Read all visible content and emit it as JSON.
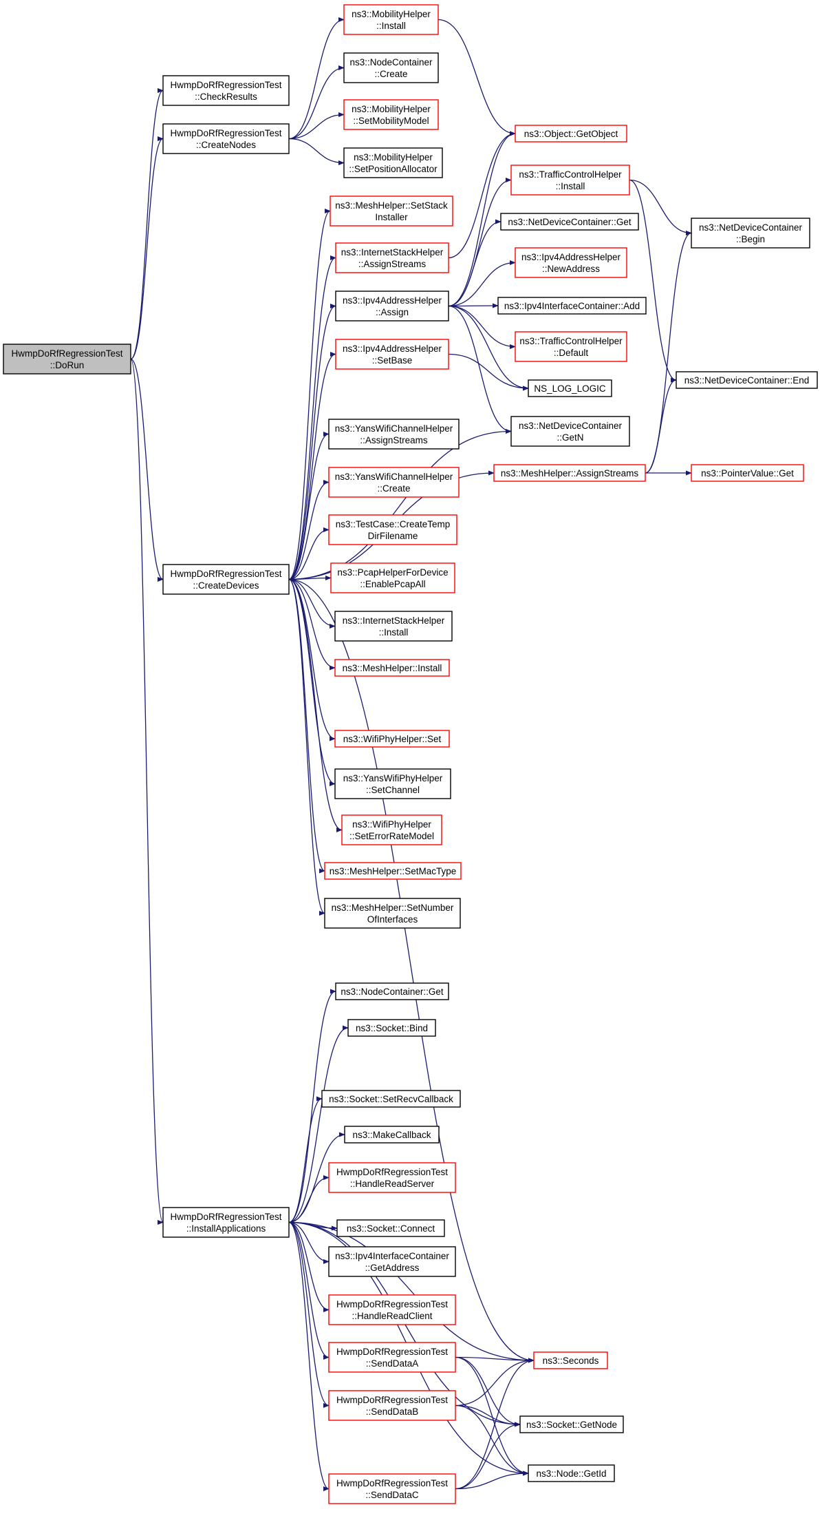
{
  "colors": {
    "edge": "#191970",
    "normal_border": "#000000",
    "truncated_border": "#ff0000",
    "root_fill": "#bfbfbf",
    "fill": "#ffffff",
    "text": "#000000"
  },
  "nodes": {
    "doRun": {
      "lines": [
        "HwmpDoRfRegressionTest",
        "::DoRun"
      ],
      "type": "root"
    },
    "checkResults": {
      "lines": [
        "HwmpDoRfRegressionTest",
        "::CheckResults"
      ],
      "type": "normal"
    },
    "createNodes": {
      "lines": [
        "HwmpDoRfRegressionTest",
        "::CreateNodes"
      ],
      "type": "normal"
    },
    "createDevices": {
      "lines": [
        "HwmpDoRfRegressionTest",
        "::CreateDevices"
      ],
      "type": "normal"
    },
    "installApps": {
      "lines": [
        "HwmpDoRfRegressionTest",
        "::InstallApplications"
      ],
      "type": "normal"
    },
    "mobInstall": {
      "lines": [
        "ns3::MobilityHelper",
        "::Install"
      ],
      "type": "truncated"
    },
    "ncCreate": {
      "lines": [
        "ns3::NodeContainer",
        "::Create"
      ],
      "type": "normal"
    },
    "mobSetModel": {
      "lines": [
        "ns3::MobilityHelper",
        "::SetMobilityModel"
      ],
      "type": "truncated"
    },
    "mobSetPos": {
      "lines": [
        "ns3::MobilityHelper",
        "::SetPositionAllocator"
      ],
      "type": "normal"
    },
    "meshSetStack": {
      "lines": [
        "ns3::MeshHelper::SetStack",
        "Installer"
      ],
      "type": "truncated"
    },
    "ishAssignStreams": {
      "lines": [
        "ns3::InternetStackHelper",
        "::AssignStreams"
      ],
      "type": "truncated"
    },
    "ipv4Assign": {
      "lines": [
        "ns3::Ipv4AddressHelper",
        "::Assign"
      ],
      "type": "normal"
    },
    "ipv4SetBase": {
      "lines": [
        "ns3::Ipv4AddressHelper",
        "::SetBase"
      ],
      "type": "truncated"
    },
    "ywchAssignStreams": {
      "lines": [
        "ns3::YansWifiChannelHelper",
        "::AssignStreams"
      ],
      "type": "normal"
    },
    "ywchCreate": {
      "lines": [
        "ns3::YansWifiChannelHelper",
        "::Create"
      ],
      "type": "truncated"
    },
    "tcCreateTemp": {
      "lines": [
        "ns3::TestCase::CreateTemp",
        "DirFilename"
      ],
      "type": "truncated"
    },
    "pcapEnable": {
      "lines": [
        "ns3::PcapHelperForDevice",
        "::EnablePcapAll"
      ],
      "type": "truncated"
    },
    "ishInstall": {
      "lines": [
        "ns3::InternetStackHelper",
        "::Install"
      ],
      "type": "normal"
    },
    "meshInstall": {
      "lines": [
        "ns3::MeshHelper::Install"
      ],
      "type": "truncated"
    },
    "wifiPhySet": {
      "lines": [
        "ns3::WifiPhyHelper::Set"
      ],
      "type": "truncated"
    },
    "ywphySetChannel": {
      "lines": [
        "ns3::YansWifiPhyHelper",
        "::SetChannel"
      ],
      "type": "normal"
    },
    "wifiPhySetErr": {
      "lines": [
        "ns3::WifiPhyHelper",
        "::SetErrorRateModel"
      ],
      "type": "truncated"
    },
    "meshSetMac": {
      "lines": [
        "ns3::MeshHelper::SetMacType"
      ],
      "type": "truncated"
    },
    "meshSetNum": {
      "lines": [
        "ns3::MeshHelper::SetNumber",
        "OfInterfaces"
      ],
      "type": "normal"
    },
    "objGetObject": {
      "lines": [
        "ns3::Object::GetObject"
      ],
      "type": "truncated"
    },
    "tchInstall": {
      "lines": [
        "ns3::TrafficControlHelper",
        "::Install"
      ],
      "type": "truncated"
    },
    "ndcGet": {
      "lines": [
        "ns3::NetDeviceContainer::Get"
      ],
      "type": "normal"
    },
    "ipv4NewAddr": {
      "lines": [
        "ns3::Ipv4AddressHelper",
        "::NewAddress"
      ],
      "type": "truncated"
    },
    "ipv4icAdd": {
      "lines": [
        "ns3::Ipv4InterfaceContainer::Add"
      ],
      "type": "normal"
    },
    "tchDefault": {
      "lines": [
        "ns3::TrafficControlHelper",
        "::Default"
      ],
      "type": "truncated"
    },
    "nsLogLogic": {
      "lines": [
        "NS_LOG_LOGIC"
      ],
      "type": "normal"
    },
    "ndcGetN": {
      "lines": [
        "ns3::NetDeviceContainer",
        "::GetN"
      ],
      "type": "normal"
    },
    "meshAssignStreams": {
      "lines": [
        "ns3::MeshHelper::AssignStreams"
      ],
      "type": "truncated"
    },
    "ndcBegin": {
      "lines": [
        "ns3::NetDeviceContainer",
        "::Begin"
      ],
      "type": "normal"
    },
    "ndcEnd": {
      "lines": [
        "ns3::NetDeviceContainer::End"
      ],
      "type": "normal"
    },
    "pvGet": {
      "lines": [
        "ns3::PointerValue::Get"
      ],
      "type": "truncated"
    },
    "ncGet": {
      "lines": [
        "ns3::NodeContainer::Get"
      ],
      "type": "normal"
    },
    "sockBind": {
      "lines": [
        "ns3::Socket::Bind"
      ],
      "type": "normal"
    },
    "sockSetRecv": {
      "lines": [
        "ns3::Socket::SetRecvCallback"
      ],
      "type": "normal"
    },
    "makeCallback": {
      "lines": [
        "ns3::MakeCallback"
      ],
      "type": "normal"
    },
    "handleReadServer": {
      "lines": [
        "HwmpDoRfRegressionTest",
        "::HandleReadServer"
      ],
      "type": "truncated"
    },
    "sockConnect": {
      "lines": [
        "ns3::Socket::Connect"
      ],
      "type": "normal"
    },
    "ipv4icGetAddr": {
      "lines": [
        "ns3::Ipv4InterfaceContainer",
        "::GetAddress"
      ],
      "type": "normal"
    },
    "handleReadClient": {
      "lines": [
        "HwmpDoRfRegressionTest",
        "::HandleReadClient"
      ],
      "type": "truncated"
    },
    "sendDataA": {
      "lines": [
        "HwmpDoRfRegressionTest",
        "::SendDataA"
      ],
      "type": "truncated"
    },
    "sendDataB": {
      "lines": [
        "HwmpDoRfRegressionTest",
        "::SendDataB"
      ],
      "type": "truncated"
    },
    "sendDataC": {
      "lines": [
        "HwmpDoRfRegressionTest",
        "::SendDataC"
      ],
      "type": "truncated"
    },
    "seconds": {
      "lines": [
        "ns3::Seconds"
      ],
      "type": "truncated"
    },
    "sockGetNode": {
      "lines": [
        "ns3::Socket::GetNode"
      ],
      "type": "normal"
    },
    "nodeGetId": {
      "lines": [
        "ns3::Node::GetId"
      ],
      "type": "normal"
    }
  },
  "edges": [
    [
      "doRun",
      "checkResults"
    ],
    [
      "doRun",
      "createNodes"
    ],
    [
      "doRun",
      "createDevices"
    ],
    [
      "doRun",
      "installApps"
    ],
    [
      "createNodes",
      "mobInstall"
    ],
    [
      "createNodes",
      "ncCreate"
    ],
    [
      "createNodes",
      "mobSetModel"
    ],
    [
      "createNodes",
      "mobSetPos"
    ],
    [
      "mobInstall",
      "objGetObject"
    ],
    [
      "createDevices",
      "meshSetStack"
    ],
    [
      "createDevices",
      "ishAssignStreams"
    ],
    [
      "createDevices",
      "ipv4Assign"
    ],
    [
      "createDevices",
      "ipv4SetBase"
    ],
    [
      "createDevices",
      "ndcGetN"
    ],
    [
      "createDevices",
      "ywchAssignStreams"
    ],
    [
      "createDevices",
      "ywchCreate"
    ],
    [
      "createDevices",
      "tcCreateTemp"
    ],
    [
      "createDevices",
      "pcapEnable"
    ],
    [
      "createDevices",
      "ishInstall"
    ],
    [
      "createDevices",
      "meshInstall"
    ],
    [
      "createDevices",
      "meshAssignStreams"
    ],
    [
      "createDevices",
      "wifiPhySet"
    ],
    [
      "createDevices",
      "ywphySetChannel"
    ],
    [
      "createDevices",
      "wifiPhySetErr"
    ],
    [
      "createDevices",
      "meshSetMac"
    ],
    [
      "createDevices",
      "meshSetNum"
    ],
    [
      "createDevices",
      "seconds"
    ],
    [
      "ishAssignStreams",
      "objGetObject"
    ],
    [
      "ipv4Assign",
      "objGetObject"
    ],
    [
      "ipv4Assign",
      "tchInstall"
    ],
    [
      "ipv4Assign",
      "ndcGet"
    ],
    [
      "ipv4Assign",
      "ipv4NewAddr"
    ],
    [
      "ipv4Assign",
      "ipv4icAdd"
    ],
    [
      "ipv4Assign",
      "tchDefault"
    ],
    [
      "ipv4Assign",
      "nsLogLogic"
    ],
    [
      "ipv4Assign",
      "ndcGetN"
    ],
    [
      "ipv4SetBase",
      "nsLogLogic"
    ],
    [
      "tchInstall",
      "ndcBegin"
    ],
    [
      "tchInstall",
      "ndcEnd"
    ],
    [
      "meshAssignStreams",
      "ndcBegin"
    ],
    [
      "meshAssignStreams",
      "ndcEnd"
    ],
    [
      "meshAssignStreams",
      "pvGet"
    ],
    [
      "installApps",
      "ncGet"
    ],
    [
      "installApps",
      "sockBind"
    ],
    [
      "installApps",
      "seconds"
    ],
    [
      "installApps",
      "sockSetRecv"
    ],
    [
      "installApps",
      "makeCallback"
    ],
    [
      "installApps",
      "handleReadServer"
    ],
    [
      "installApps",
      "sockConnect"
    ],
    [
      "installApps",
      "ipv4icGetAddr"
    ],
    [
      "installApps",
      "handleReadClient"
    ],
    [
      "installApps",
      "sendDataA"
    ],
    [
      "installApps",
      "sendDataB"
    ],
    [
      "installApps",
      "sendDataC"
    ],
    [
      "installApps",
      "sockGetNode"
    ],
    [
      "installApps",
      "nodeGetId"
    ],
    [
      "sendDataA",
      "seconds"
    ],
    [
      "sendDataA",
      "sockGetNode"
    ],
    [
      "sendDataA",
      "nodeGetId"
    ],
    [
      "sendDataB",
      "seconds"
    ],
    [
      "sendDataB",
      "sockGetNode"
    ],
    [
      "sendDataB",
      "nodeGetId"
    ],
    [
      "sendDataC",
      "seconds"
    ],
    [
      "sendDataC",
      "sockGetNode"
    ],
    [
      "sendDataC",
      "nodeGetId"
    ]
  ]
}
